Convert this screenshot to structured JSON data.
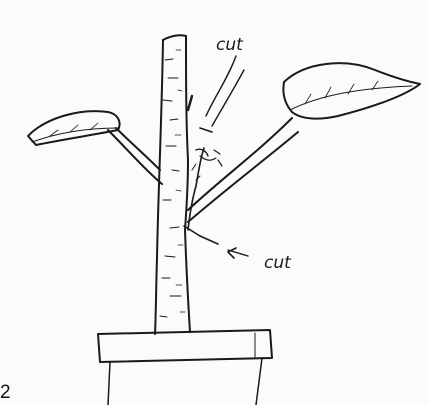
{
  "illustration": {
    "labels": {
      "cut_top": "cut",
      "cut_bottom": "cut"
    },
    "page_number": "2"
  }
}
